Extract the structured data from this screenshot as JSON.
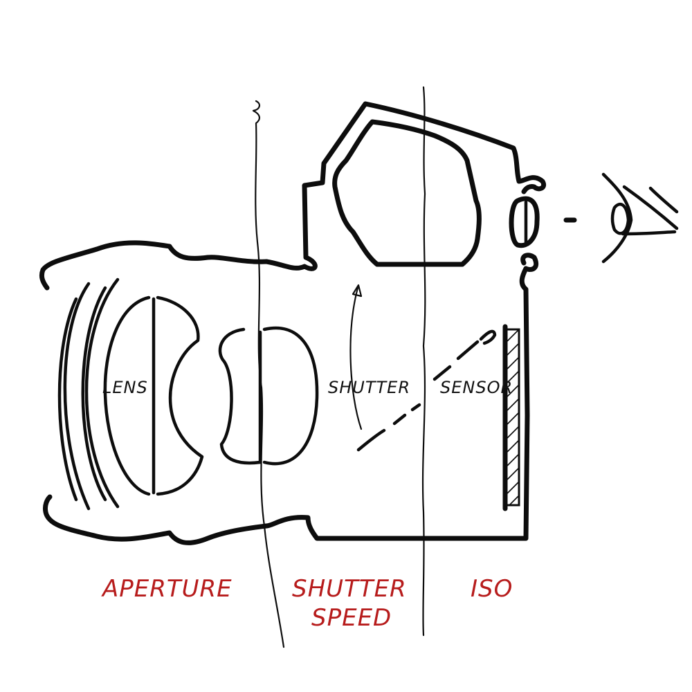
{
  "diagram": {
    "parts": {
      "lens": "LENS",
      "shutter": "SHUTTER",
      "sensor": "SENSOR"
    },
    "settings": {
      "aperture": "APERTURE",
      "shutter_speed_line1": "SHUTTER",
      "shutter_speed_line2": "SPEED",
      "iso": "ISO"
    },
    "colors": {
      "ink": "#0d0d0d",
      "accent": "#b71c1c",
      "background": "#ffffff"
    }
  }
}
